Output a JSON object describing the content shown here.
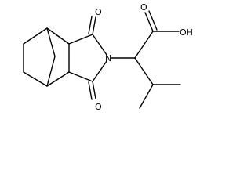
{
  "molecule": {
    "atoms": {
      "oxygen_top": "O",
      "oxygen_bottom": "O",
      "nitrogen": "N",
      "hydroxyl": "OH",
      "acid_oxygen": "O"
    }
  }
}
